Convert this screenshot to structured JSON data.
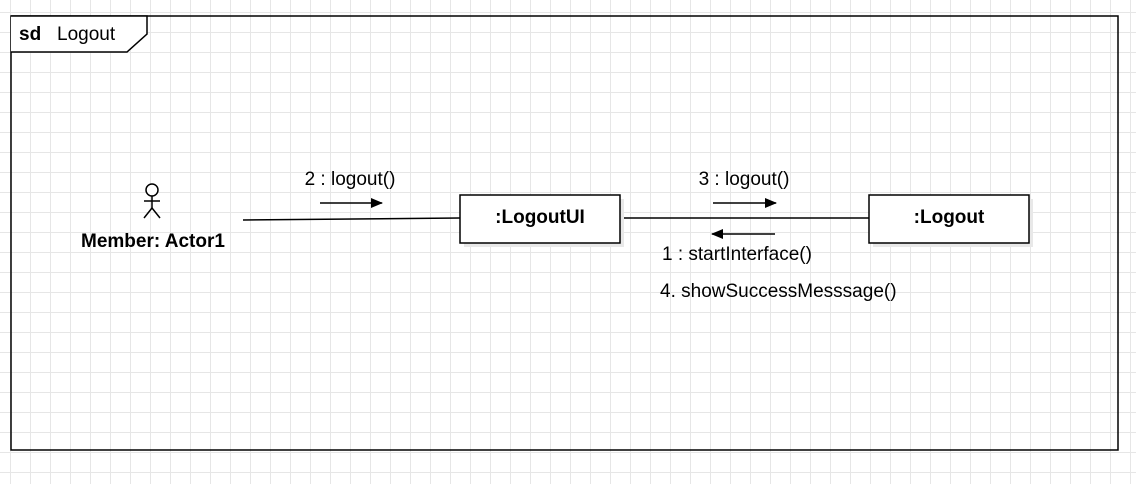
{
  "frame": {
    "keyword": "sd",
    "name": "Logout"
  },
  "actor": {
    "label": "Member: Actor1"
  },
  "objects": {
    "logout_ui": ":LogoutUI",
    "logout": ":Logout"
  },
  "messages": {
    "actor_to_ui": "2 : logout()",
    "ui_to_logout": "3 : logout()",
    "logout_to_ui_1": "1 : startInterface()",
    "logout_to_ui_2": "4. showSuccessMesssage()"
  },
  "colors": {
    "line": "#000000",
    "grid": "#e6e6e6",
    "background": "#ffffff"
  }
}
